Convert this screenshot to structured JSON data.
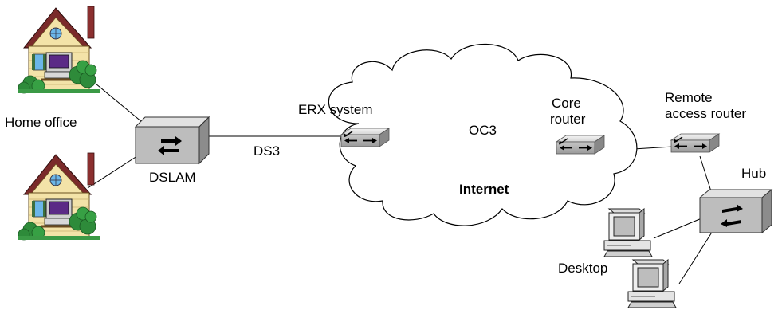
{
  "labels": {
    "home_office": "Home office",
    "dslam": "DSLAM",
    "ds3": "DS3",
    "erx_system": "ERX system",
    "oc3": "OC3",
    "internet": "Internet",
    "core_router_line1": "Core",
    "core_router_line2": "router",
    "remote_router_line1": "Remote",
    "remote_router_line2": "access router",
    "hub": "Hub",
    "desktop": "Desktop"
  },
  "icons": {
    "house": "house-icon",
    "dslam": "dslam-switch-icon",
    "router": "router-icon",
    "hub": "hub-icon",
    "desktop": "desktop-computer-icon",
    "cloud": "internet-cloud-icon"
  },
  "colors": {
    "house_wall": "#f3e3a8",
    "house_roof": "#7a2a2a",
    "chimney": "#8b2f2f",
    "tree": "#2e8b3a",
    "monitor_screen": "#5b2a86",
    "device_gray": "#bdbdbd",
    "line": "#000000"
  }
}
